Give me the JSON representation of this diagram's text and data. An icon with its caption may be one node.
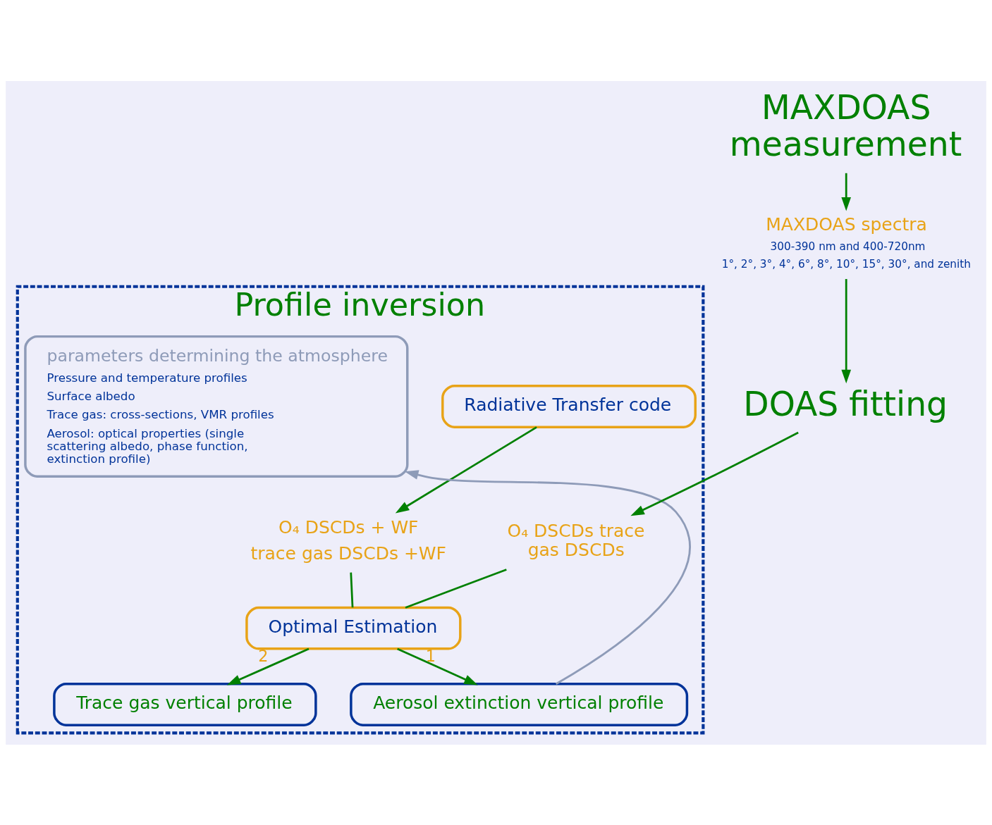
{
  "diagram": {
    "nodes": [
      {
        "text": [
          "Profile inversion"
        ]
      },
      {
        "text": [
          "MAXDOAS measurement"
        ]
      },
      {
        "text": [
          "MAXDOAS spectra",
          "300-390 nm and 400-720nm",
          "1°, 2°, 3°, 4°, 6°, 8°, 10°, 15°, 30°, and zenith"
        ]
      },
      {
        "text": [
          "DOAS fitting"
        ]
      },
      {
        "text": [
          "Radiative Transfer code"
        ],
        "in": 0
      },
      {
        "text": [
          "parameters determining the atmosphere",
          "Pressure and temperature profiles",
          "Surface albedo",
          "Trace gas: cross-sections, VMR profiles",
          "Aerosol: optical properties (single scattering albedo, phase function, extinction profile)"
        ],
        "in": 0
      },
      {
        "text": [
          "O₄ DSCDs trace gas DSCDs"
        ],
        "in": 0
      },
      {
        "text": [
          "O₄ DSCDs + WF",
          "trace gas DSCDs +WF"
        ],
        "in": 0
      },
      {
        "text": [
          "Optimal Estimation"
        ],
        "in": 0
      },
      {
        "text": [
          "Trace gas vertical profile"
        ],
        "in": 0
      },
      {
        "text": [
          "Aerosol extinction vertical profile"
        ],
        "in": 0
      }
    ],
    "edges": [
      {
        "from": 1,
        "to": 2,
        "arrow": "to"
      },
      {
        "from": 2,
        "to": 3,
        "arrow": "to"
      },
      {
        "from": 3,
        "to": 6,
        "arrow": "to"
      },
      {
        "from": 4,
        "to": 7,
        "arrow": "to"
      },
      {
        "from": 6,
        "to": 8,
        "arrow": "none"
      },
      {
        "from": 7,
        "to": 8,
        "arrow": "none"
      },
      {
        "from": 8,
        "to": 9,
        "arrow": "to",
        "label": "2"
      },
      {
        "from": 8,
        "to": 10,
        "arrow": "to",
        "label": "1"
      },
      {
        "from": 10,
        "to": 5,
        "arrow": "to",
        "color": "#8e9bb8"
      }
    ]
  }
}
